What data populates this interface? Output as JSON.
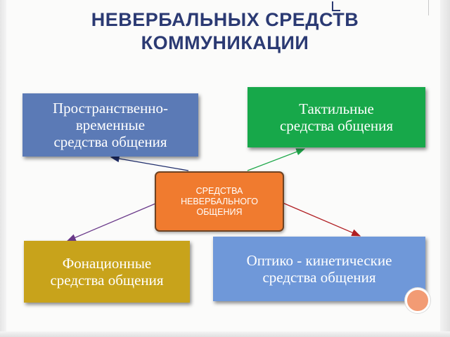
{
  "title": {
    "line1": "НЕВЕРБАЛЬНЫХ СРЕДСТВ",
    "line2": "КОММУНИКАЦИИ"
  },
  "center": {
    "line1": "СРЕДСТВА",
    "line2": "НЕВЕРБАЛЬНОГО",
    "line3": "ОБЩЕНИЯ"
  },
  "boxes": {
    "spatial": {
      "line1": "Пространственно-",
      "line2": "временные",
      "line3": "средства общения"
    },
    "tactile": {
      "line1": "Тактильные",
      "line2": "средства общения"
    },
    "phonation": {
      "line1": "Фонационные",
      "line2": "средства общения"
    },
    "optic": {
      "line1": "Оптико - кинетические",
      "line2": "средства общения"
    }
  },
  "colors": {
    "title": "#2b3a73",
    "spatial": "#5b7ab6",
    "tactile": "#17a84a",
    "phonation": "#c8a31b",
    "optic": "#6f98d9",
    "center": "#f07b2f",
    "arrow_spatial": "#1f2d6b",
    "arrow_tactile": "#1fa84a",
    "arrow_phonation": "#6a3a8a",
    "arrow_optic": "#b01e22"
  }
}
